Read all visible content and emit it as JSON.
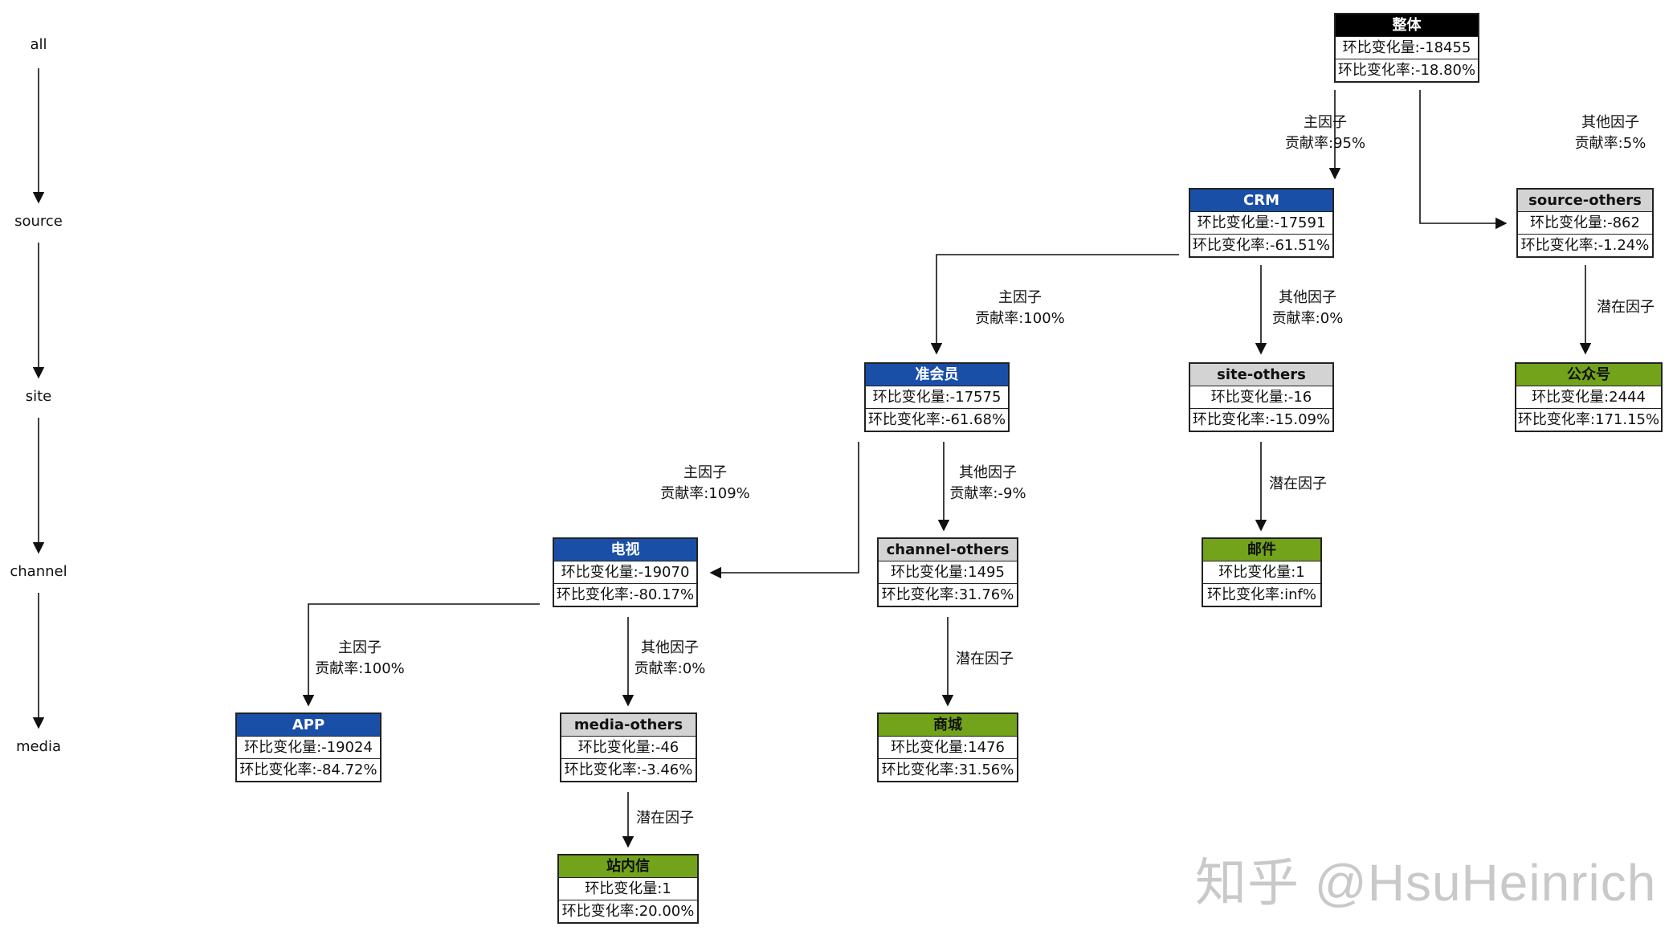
{
  "levels": [
    {
      "label": "all"
    },
    {
      "label": "source"
    },
    {
      "label": "site"
    },
    {
      "label": "channel"
    },
    {
      "label": "media"
    }
  ],
  "nodes": {
    "overall": {
      "title": "整体",
      "amount": "环比变化量:-18455",
      "rate": "环比变化率:-18.80%"
    },
    "crm": {
      "title": "CRM",
      "amount": "环比变化量:-17591",
      "rate": "环比变化率:-61.51%"
    },
    "source_others": {
      "title": "source-others",
      "amount": "环比变化量:-862",
      "rate": "环比变化率:-1.24%"
    },
    "zhunhuiyuan": {
      "title": "准会员",
      "amount": "环比变化量:-17575",
      "rate": "环比变化率:-61.68%"
    },
    "site_others": {
      "title": "site-others",
      "amount": "环比变化量:-16",
      "rate": "环比变化率:-15.09%"
    },
    "gongzhonghao": {
      "title": "公众号",
      "amount": "环比变化量:2444",
      "rate": "环比变化率:171.15%"
    },
    "dianshi": {
      "title": "电视",
      "amount": "环比变化量:-19070",
      "rate": "环比变化率:-80.17%"
    },
    "channel_others": {
      "title": "channel-others",
      "amount": "环比变化量:1495",
      "rate": "环比变化率:31.76%"
    },
    "youjian": {
      "title": "邮件",
      "amount": "环比变化量:1",
      "rate": "环比变化率:inf%"
    },
    "app": {
      "title": "APP",
      "amount": "环比变化量:-19024",
      "rate": "环比变化率:-84.72%"
    },
    "media_others": {
      "title": "media-others",
      "amount": "环比变化量:-46",
      "rate": "环比变化率:-3.46%"
    },
    "shangcheng": {
      "title": "商城",
      "amount": "环比变化量:1476",
      "rate": "环比变化率:31.56%"
    },
    "zhanneixin": {
      "title": "站内信",
      "amount": "环比变化量:1",
      "rate": "环比变化率:20.00%"
    }
  },
  "edge_labels": {
    "overall_crm": {
      "line1": "主因子",
      "line2": "贡献率:95%"
    },
    "overall_source_others": {
      "line1": "其他因子",
      "line2": "贡献率:5%"
    },
    "crm_zhunhuiyuan": {
      "line1": "主因子",
      "line2": "贡献率:100%"
    },
    "crm_site_others": {
      "line1": "其他因子",
      "line2": "贡献率:0%"
    },
    "source_others_gongzhonghao": {
      "line1": "潜在因子"
    },
    "zhunhuiyuan_dianshi": {
      "line1": "主因子",
      "line2": "贡献率:109%"
    },
    "zhunhuiyuan_channel_others": {
      "line1": "其他因子",
      "line2": "贡献率:-9%"
    },
    "site_others_youjian": {
      "line1": "潜在因子"
    },
    "dianshi_app": {
      "line1": "主因子",
      "line2": "贡献率:100%"
    },
    "dianshi_media_others": {
      "line1": "其他因子",
      "line2": "贡献率:0%"
    },
    "channel_others_shangcheng": {
      "line1": "潜在因子"
    },
    "media_others_zhanneixin": {
      "line1": "潜在因子"
    }
  },
  "colors": {
    "root": "#000000",
    "main": "#1a4fa8",
    "other": "#d3d3d3",
    "latent": "#72a31a",
    "line": "#111111"
  },
  "watermark": "知乎 @HsuHeinrich"
}
